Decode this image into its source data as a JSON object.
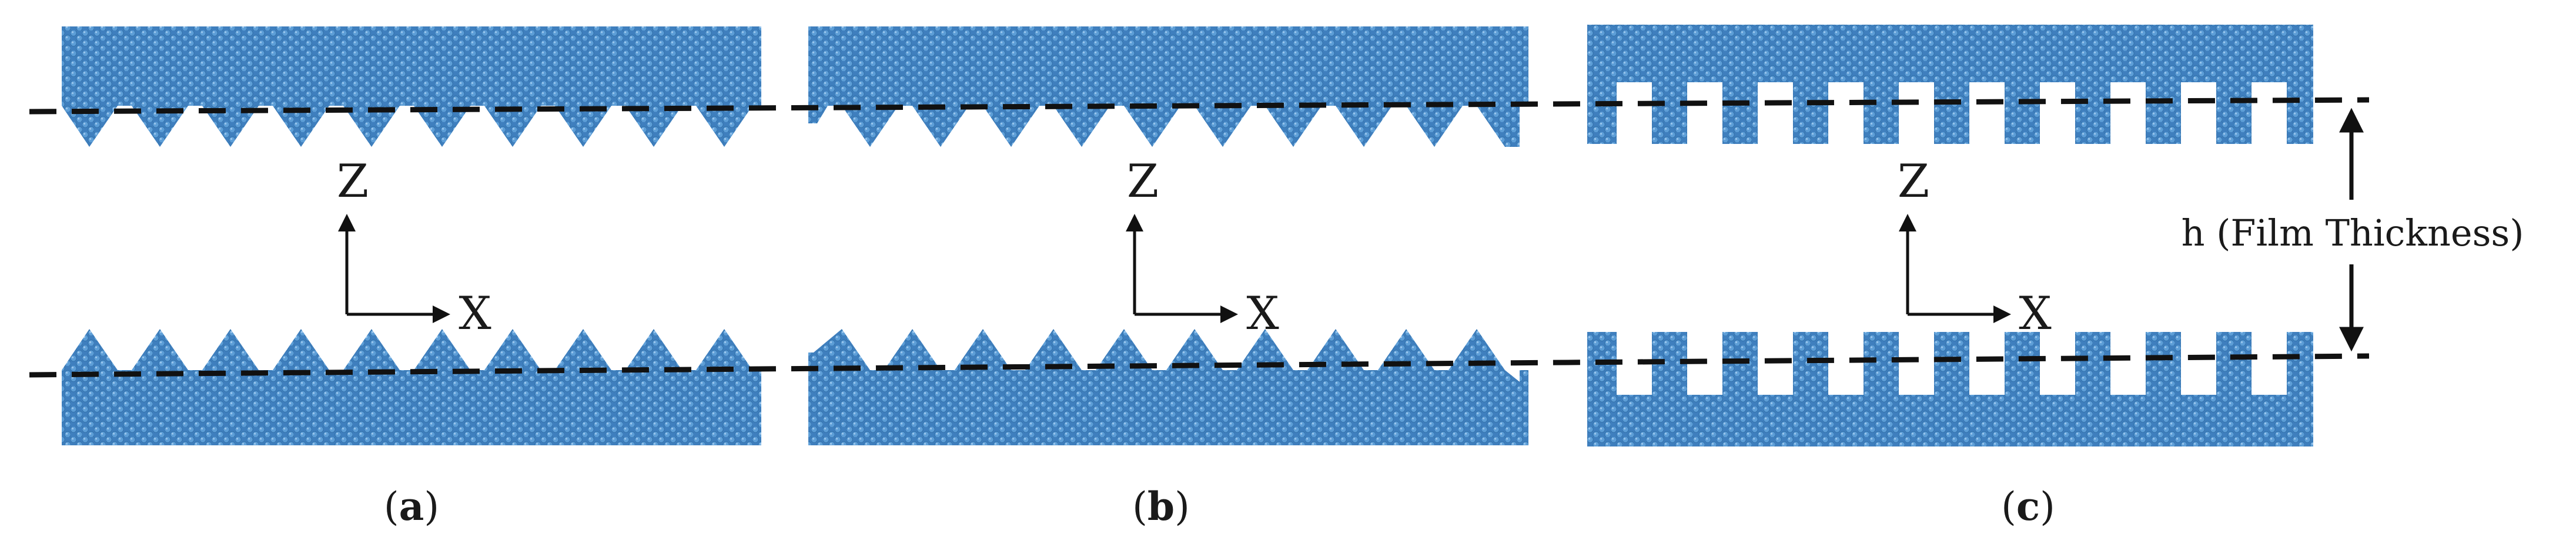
{
  "figure": {
    "panels": [
      {
        "id": "a",
        "profile": "triangle",
        "label_open": "(",
        "label_letter": "a",
        "label_close": ")"
      },
      {
        "id": "b",
        "profile": "triangle-shifted",
        "label_open": "(",
        "label_letter": "b",
        "label_close": ")"
      },
      {
        "id": "c",
        "profile": "rectangular",
        "label_open": "(",
        "label_letter": "c",
        "label_close": ")"
      }
    ],
    "axis_labels": {
      "z": "Z",
      "x": "X"
    },
    "thickness_label": "h (Film Thickness)",
    "colors": {
      "atom_fill": "#5d9ed7",
      "atom_stroke": "#2f6ea8",
      "atom_highlight": "#9cc7ee",
      "line": "#111111",
      "text": "#1a1a1a"
    }
  }
}
